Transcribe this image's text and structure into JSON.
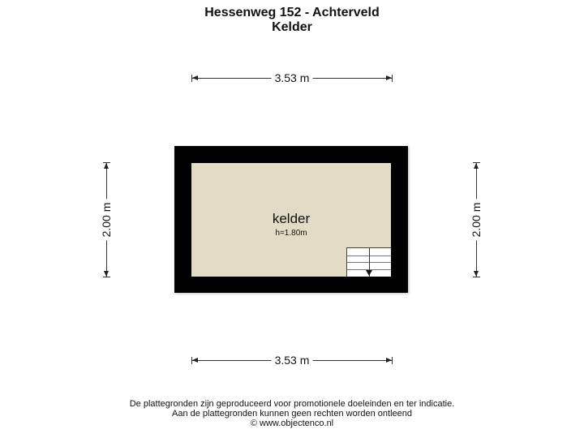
{
  "header": {
    "title": "Hessenweg 152 - Achterveld",
    "subtitle": "Kelder"
  },
  "dimensions": {
    "top": "3.53 m",
    "bottom": "3.53 m",
    "left": "2.00 m",
    "right": "2.00 m"
  },
  "room": {
    "name": "kelder",
    "height": "h=1.80m",
    "floor_color": "#e2dcc6",
    "wall_color": "#000000"
  },
  "stairs": {
    "direction": "down"
  },
  "footer": {
    "line1": "De plattegronden zijn geproduceerd voor promotionele doeleinden en ter indicatie.",
    "line2": "Aan de plattegronden kunnen geen rechten worden ontleend",
    "line3": "© www.objectenco.nl"
  }
}
